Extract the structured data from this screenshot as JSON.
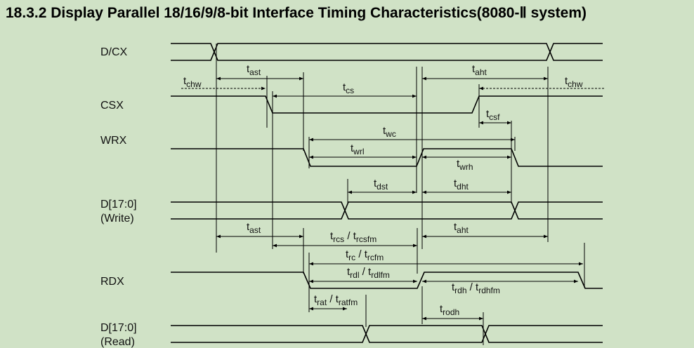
{
  "title": "18.3.2 Display Parallel 18/16/9/8-bit Interface Timing Characteristics(8080-Ⅱ system)",
  "signals": {
    "dcx": "D/CX",
    "csx": "CSX",
    "wrx": "WRX",
    "dwrite_1": "D[17:0]",
    "dwrite_2": "(Write)",
    "rdx": "RDX",
    "dread_1": "D[17:0]",
    "dread_2": "(Read)"
  },
  "timings": {
    "tchw": {
      "main": "t",
      "sub": "chw"
    },
    "tast": {
      "main": "t",
      "sub": "ast"
    },
    "taht": {
      "main": "t",
      "sub": "aht"
    },
    "tcs": {
      "main": "t",
      "sub": "cs"
    },
    "tcsf": {
      "main": "t",
      "sub": "csf"
    },
    "twc": {
      "main": "t",
      "sub": "wc"
    },
    "twrl": {
      "main": "t",
      "sub": "wrl"
    },
    "twrh": {
      "main": "t",
      "sub": "wrh"
    },
    "tdst": {
      "main": "t",
      "sub": "dst"
    },
    "tdht": {
      "main": "t",
      "sub": "dht"
    },
    "trcs_a": {
      "main": "t",
      "sub": "rcs"
    },
    "trcs_sep": " / ",
    "trcs_b": {
      "main": "t",
      "sub": "rcsfm"
    },
    "trc_a": {
      "main": "t",
      "sub": "rc"
    },
    "trc_sep": " / ",
    "trc_b": {
      "main": "t",
      "sub": "rcfm"
    },
    "trdl_a": {
      "main": "t",
      "sub": "rdl"
    },
    "trdl_sep": " / ",
    "trdl_b": {
      "main": "t",
      "sub": "rdlfm"
    },
    "trdh_a": {
      "main": "t",
      "sub": "rdh"
    },
    "trdh_sep": " / ",
    "trdh_b": {
      "main": "t",
      "sub": "rdhfm"
    },
    "trat_a": {
      "main": "t",
      "sub": "rat"
    },
    "trat_sep": " / ",
    "trat_b": {
      "main": "t",
      "sub": "ratfm"
    },
    "trodh": {
      "main": "t",
      "sub": "rodh"
    }
  }
}
